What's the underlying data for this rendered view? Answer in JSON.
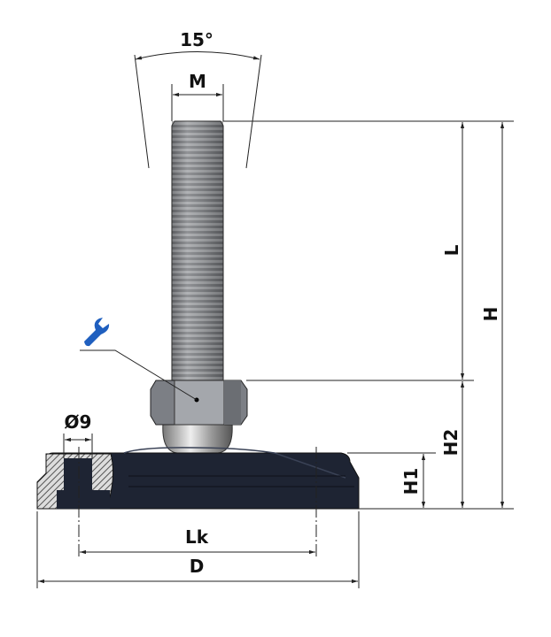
{
  "labels": {
    "angle": "15°",
    "thread": "M",
    "length": "L",
    "height": "H",
    "h2": "H2",
    "h1": "H1",
    "hole": "Ø9",
    "hole_spacing": "Lk",
    "diameter": "D"
  },
  "icons": {
    "adjust": "wrench-icon"
  },
  "colors": {
    "wrench": "#1f5fbf",
    "base": "#1e2433",
    "metal": "#8a8d93"
  }
}
